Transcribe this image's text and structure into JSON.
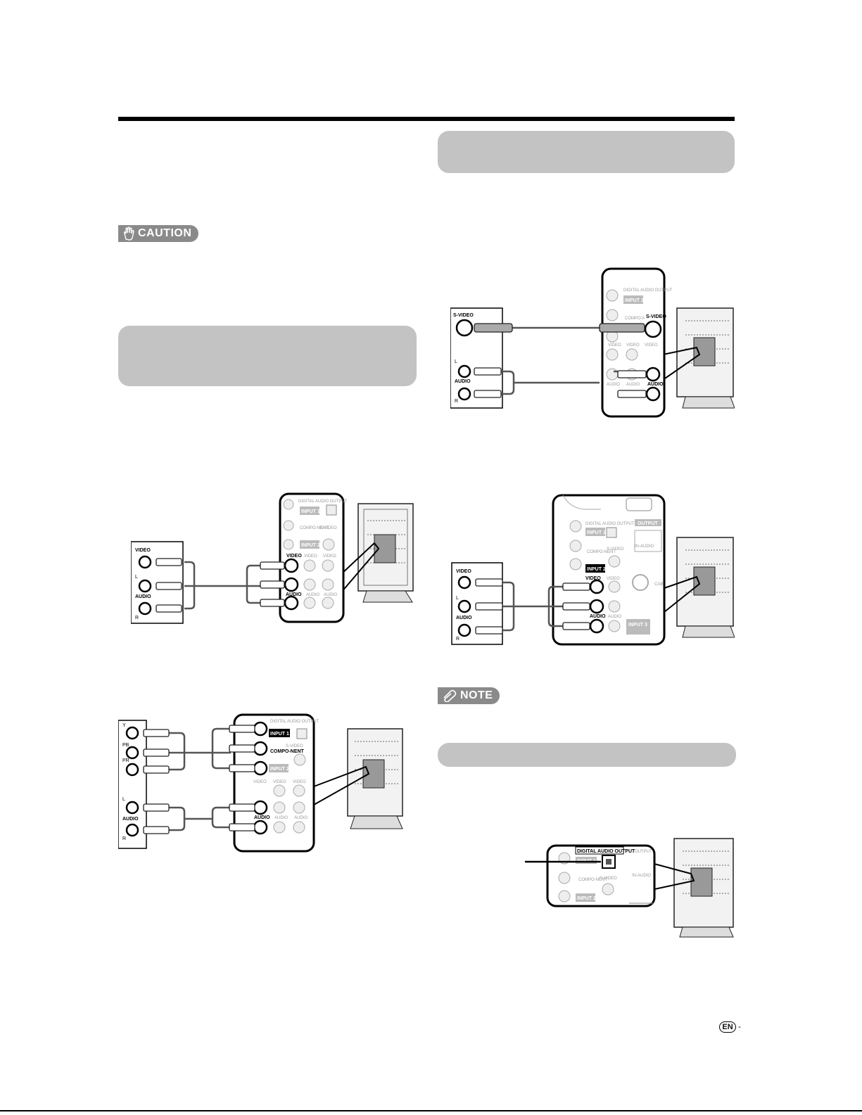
{
  "badges": {
    "caution": "CAUTION",
    "note": "NOTE"
  },
  "diagrams": {
    "composite": {
      "device_labels": [
        "VIDEO",
        "L",
        "AUDIO",
        "R"
      ],
      "panel_labels": [
        "DIGITAL AUDIO OUTPUT",
        "INPUT 1",
        "COMPO-NENT",
        "S-VIDEO",
        "INPUT 2",
        "VIDEO",
        "AUDIO",
        "VIDEO",
        "VIDEO",
        "AUDIO",
        "AUDIO"
      ]
    },
    "component": {
      "device_labels": [
        "Y",
        "PB",
        "PR",
        "L",
        "AUDIO",
        "R"
      ],
      "panel_labels": [
        "DIGITAL AUDIO OUTPUT",
        "INPUT 1",
        "COMPO-NENT",
        "S-VIDEO",
        "INPUT 2",
        "VIDEO",
        "VIDEO",
        "VIDEO",
        "AUDIO",
        "AUDIO",
        "AUDIO"
      ]
    },
    "svideo": {
      "device_labels": [
        "S-VIDEO",
        "L",
        "AUDIO",
        "R"
      ],
      "panel_labels": [
        "DIGITAL AUDIO OUTPUT",
        "INPUT 1",
        "COMPO-NENT",
        "S-VIDEO",
        "VIDEO",
        "VIDEO",
        "VIDEO",
        "AUDIO",
        "AUDIO",
        "AUDIO"
      ]
    },
    "input2": {
      "device_labels": [
        "VIDEO",
        "L",
        "AUDIO",
        "R"
      ],
      "panel_labels": [
        "DIGITAL AUDIO OUTPUT",
        "OUTPUT",
        "INPUT 1",
        "COMPO-NENT",
        "S-VIDEO",
        "INPUT 2",
        "VIDEO",
        "VIDEO",
        "AUDIO",
        "AUDIO",
        "IN-AUDIO",
        "CAB",
        "INPUT 3"
      ]
    },
    "digital": {
      "panel_labels": [
        "DIGITAL AUDIO OUTPUT",
        "OUTPUT",
        "INPUT 1",
        "COMPO-NENT",
        "S-VIDEO",
        "IN-AUDIO",
        "INPUT 2"
      ]
    }
  },
  "footer": {
    "lang": "EN",
    "dash": "-"
  }
}
